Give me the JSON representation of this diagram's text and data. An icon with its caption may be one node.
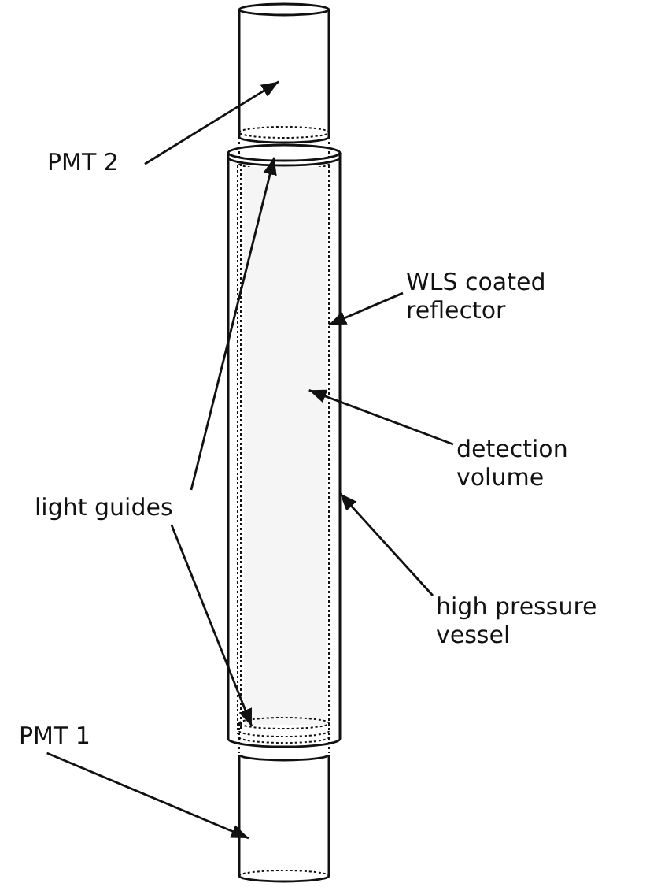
{
  "diagram": {
    "nodes": [
      {
        "text": [],
        "shape": "cylinder"
      },
      {
        "text": [
          "PMT 2"
        ]
      },
      {
        "text": [],
        "shape": "cylinder"
      },
      {
        "text": [],
        "shape": "cylinder"
      },
      {
        "text": [
          "WLS coated reflector"
        ]
      },
      {
        "text": [],
        "shape": "cylinder",
        "in": 3
      },
      {
        "text": [],
        "shape": "cylinder",
        "in": 5
      },
      {
        "text": [
          "detection volume"
        ]
      },
      {
        "text": [
          "light guides"
        ]
      },
      {
        "text": [
          "high pressure vessel"
        ]
      },
      {
        "text": [],
        "shape": "cylinder"
      },
      {
        "text": [
          "PMT 1"
        ]
      },
      {
        "text": [],
        "shape": "cylinder"
      }
    ],
    "edges": [
      {
        "from": 1,
        "to": 0,
        "arrow": "to"
      },
      {
        "from": 8,
        "to": 2,
        "arrow": "to"
      },
      {
        "from": 4,
        "to": 5,
        "arrow": "to"
      },
      {
        "from": 7,
        "to": 6,
        "arrow": "to"
      },
      {
        "from": 8,
        "to": 10,
        "arrow": "to"
      },
      {
        "from": 9,
        "to": 3,
        "arrow": "to"
      },
      {
        "from": 11,
        "to": 12,
        "arrow": "to"
      }
    ]
  }
}
